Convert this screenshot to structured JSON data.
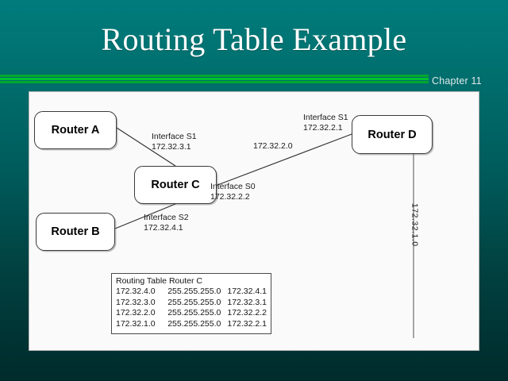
{
  "slide": {
    "title": "Routing Table Example",
    "chapter": "Chapter 11",
    "accent_green": "#00b02e",
    "background_top": "#007c7c",
    "background_bottom": "#002b2c"
  },
  "diagram": {
    "routers": [
      {
        "id": "router-a",
        "label": "Router A"
      },
      {
        "id": "router-b",
        "label": "Router B"
      },
      {
        "id": "router-c",
        "label": "Router C"
      },
      {
        "id": "router-d",
        "label": "Router D"
      }
    ],
    "annotations": [
      {
        "id": "annot-s1-c",
        "line1": "Interface S1",
        "line2": "172.32.3.1"
      },
      {
        "id": "annot-s0-c",
        "line1": "Interface S0",
        "line2": "172.32.2.2"
      },
      {
        "id": "annot-s2-c",
        "line1": "Interface S2",
        "line2": "172.32.4.1"
      },
      {
        "id": "annot-s1-d",
        "line1": "Interface S1",
        "line2": "172.32.2.1"
      }
    ],
    "link_labels": {
      "net_172_32_2_0": "172.32.2.0",
      "net_172_32_1_0": "172.32.1.0"
    }
  },
  "routing_table": {
    "title": "Routing Table Router C",
    "rows": [
      {
        "network": "172.32.4.0",
        "mask": "255.255.255.0",
        "next_hop": "172.32.4.1"
      },
      {
        "network": "172.32.3.0",
        "mask": "255.255.255.0",
        "next_hop": "172.32.3.1"
      },
      {
        "network": "172.32.2.0",
        "mask": "255.255.255.0",
        "next_hop": "172.32.2.2"
      },
      {
        "network": "172.32.1.0",
        "mask": "255.255.255.0",
        "next_hop": "172.32.2.1"
      }
    ]
  }
}
